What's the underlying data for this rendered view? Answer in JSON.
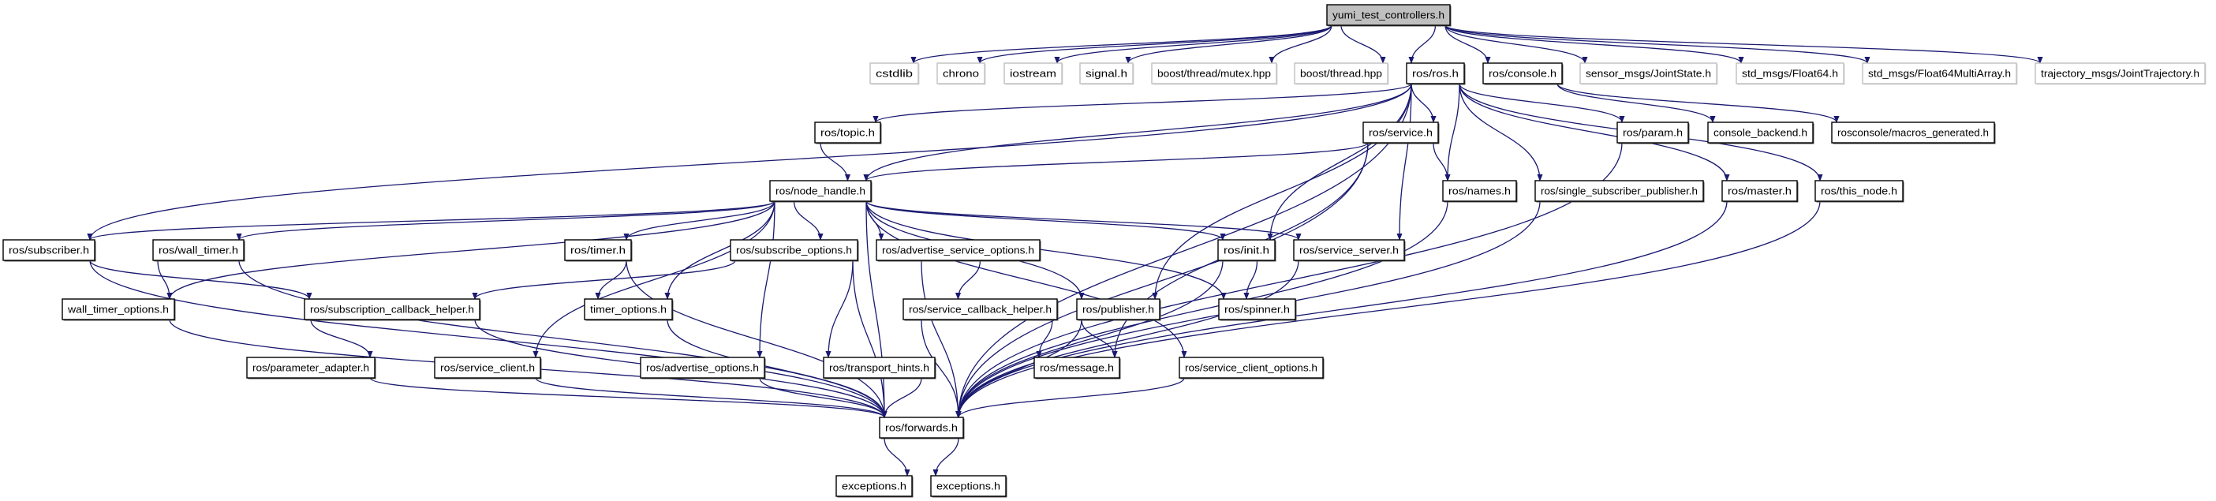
{
  "edge_color": "#191970",
  "root_fill": "#bfbfbf",
  "nodes": [
    {
      "id": "root",
      "label": "yumi_test_controllers.h",
      "kind": "root"
    },
    {
      "id": "cstdlib",
      "label": "cstdlib",
      "kind": "ext"
    },
    {
      "id": "chrono",
      "label": "chrono",
      "kind": "ext"
    },
    {
      "id": "iostream",
      "label": "iostream",
      "kind": "ext"
    },
    {
      "id": "signal",
      "label": "signal.h",
      "kind": "ext"
    },
    {
      "id": "mutex",
      "label": "boost/thread/mutex.hpp",
      "kind": "ext"
    },
    {
      "id": "thread",
      "label": "boost/thread.hpp",
      "kind": "ext"
    },
    {
      "id": "ros",
      "label": "ros/ros.h",
      "kind": "int"
    },
    {
      "id": "console",
      "label": "ros/console.h",
      "kind": "int"
    },
    {
      "id": "jointstate",
      "label": "sensor_msgs/JointState.h",
      "kind": "ext"
    },
    {
      "id": "float64",
      "label": "std_msgs/Float64.h",
      "kind": "ext"
    },
    {
      "id": "f64ma",
      "label": "std_msgs/Float64MultiArray.h",
      "kind": "ext"
    },
    {
      "id": "traj",
      "label": "trajectory_msgs/JointTrajectory.h",
      "kind": "ext"
    },
    {
      "id": "topic",
      "label": "ros/topic.h",
      "kind": "int"
    },
    {
      "id": "service",
      "label": "ros/service.h",
      "kind": "int"
    },
    {
      "id": "param",
      "label": "ros/param.h",
      "kind": "int"
    },
    {
      "id": "console_backend",
      "label": "console_backend.h",
      "kind": "int"
    },
    {
      "id": "macros",
      "label": "rosconsole/macros_generated.h",
      "kind": "int"
    },
    {
      "id": "node_handle",
      "label": "ros/node_handle.h",
      "kind": "int"
    },
    {
      "id": "names",
      "label": "ros/names.h",
      "kind": "int"
    },
    {
      "id": "ssp",
      "label": "ros/single_subscriber_publisher.h",
      "kind": "int"
    },
    {
      "id": "master",
      "label": "ros/master.h",
      "kind": "int"
    },
    {
      "id": "this_node",
      "label": "ros/this_node.h",
      "kind": "int"
    },
    {
      "id": "subscriber",
      "label": "ros/subscriber.h",
      "kind": "int"
    },
    {
      "id": "wall_timer",
      "label": "ros/wall_timer.h",
      "kind": "int"
    },
    {
      "id": "timer",
      "label": "ros/timer.h",
      "kind": "int"
    },
    {
      "id": "subscribe_options",
      "label": "ros/subscribe_options.h",
      "kind": "int"
    },
    {
      "id": "aso",
      "label": "ros/advertise_service_options.h",
      "kind": "int"
    },
    {
      "id": "init",
      "label": "ros/init.h",
      "kind": "int"
    },
    {
      "id": "service_server",
      "label": "ros/service_server.h",
      "kind": "int"
    },
    {
      "id": "wto",
      "label": "wall_timer_options.h",
      "kind": "int"
    },
    {
      "id": "sch",
      "label": "ros/subscription_callback_helper.h",
      "kind": "int"
    },
    {
      "id": "timer_options",
      "label": "timer_options.h",
      "kind": "int"
    },
    {
      "id": "svch",
      "label": "ros/service_callback_helper.h",
      "kind": "int"
    },
    {
      "id": "publisher",
      "label": "ros/publisher.h",
      "kind": "int"
    },
    {
      "id": "spinner",
      "label": "ros/spinner.h",
      "kind": "int"
    },
    {
      "id": "pa",
      "label": "ros/parameter_adapter.h",
      "kind": "int"
    },
    {
      "id": "sc",
      "label": "ros/service_client.h",
      "kind": "int"
    },
    {
      "id": "ao",
      "label": "ros/advertise_options.h",
      "kind": "int"
    },
    {
      "id": "th",
      "label": "ros/transport_hints.h",
      "kind": "int"
    },
    {
      "id": "message",
      "label": "ros/message.h",
      "kind": "int"
    },
    {
      "id": "sco",
      "label": "ros/service_client_options.h",
      "kind": "int"
    },
    {
      "id": "forwards",
      "label": "ros/forwards.h",
      "kind": "int"
    },
    {
      "id": "exc1",
      "label": "exceptions.h",
      "kind": "int"
    },
    {
      "id": "exc2",
      "label": "exceptions.h",
      "kind": "int"
    }
  ],
  "edges": [
    [
      "root",
      "cstdlib"
    ],
    [
      "root",
      "chrono"
    ],
    [
      "root",
      "iostream"
    ],
    [
      "root",
      "signal"
    ],
    [
      "root",
      "mutex"
    ],
    [
      "root",
      "thread"
    ],
    [
      "root",
      "ros"
    ],
    [
      "root",
      "console"
    ],
    [
      "root",
      "jointstate"
    ],
    [
      "root",
      "float64"
    ],
    [
      "root",
      "f64ma"
    ],
    [
      "root",
      "traj"
    ],
    [
      "ros",
      "topic"
    ],
    [
      "ros",
      "node_handle"
    ],
    [
      "ros",
      "subscriber"
    ],
    [
      "ros",
      "service"
    ],
    [
      "ros",
      "names"
    ],
    [
      "ros",
      "init"
    ],
    [
      "ros",
      "service_server"
    ],
    [
      "ros",
      "publisher"
    ],
    [
      "ros",
      "param"
    ],
    [
      "ros",
      "ssp"
    ],
    [
      "ros",
      "master"
    ],
    [
      "ros",
      "this_node"
    ],
    [
      "ros",
      "forwards"
    ],
    [
      "console",
      "console_backend"
    ],
    [
      "console",
      "macros"
    ],
    [
      "topic",
      "node_handle"
    ],
    [
      "service",
      "node_handle"
    ],
    [
      "service",
      "names"
    ],
    [
      "service",
      "message"
    ],
    [
      "service",
      "forwards"
    ],
    [
      "node_handle",
      "subscriber"
    ],
    [
      "node_handle",
      "wall_timer"
    ],
    [
      "node_handle",
      "wto"
    ],
    [
      "node_handle",
      "timer"
    ],
    [
      "node_handle",
      "subscribe_options"
    ],
    [
      "node_handle",
      "aso"
    ],
    [
      "node_handle",
      "init"
    ],
    [
      "node_handle",
      "service_server"
    ],
    [
      "node_handle",
      "publisher"
    ],
    [
      "node_handle",
      "spinner"
    ],
    [
      "node_handle",
      "sc"
    ],
    [
      "node_handle",
      "timer_options"
    ],
    [
      "node_handle",
      "ao"
    ],
    [
      "node_handle",
      "sco"
    ],
    [
      "node_handle",
      "forwards"
    ],
    [
      "subscriber",
      "sch"
    ],
    [
      "subscriber",
      "forwards"
    ],
    [
      "wall_timer",
      "wto"
    ],
    [
      "wall_timer",
      "forwards"
    ],
    [
      "timer",
      "timer_options"
    ],
    [
      "timer",
      "forwards"
    ],
    [
      "subscribe_options",
      "sch"
    ],
    [
      "subscribe_options",
      "th"
    ],
    [
      "subscribe_options",
      "forwards"
    ],
    [
      "aso",
      "svch"
    ],
    [
      "aso",
      "forwards"
    ],
    [
      "init",
      "spinner"
    ],
    [
      "init",
      "forwards"
    ],
    [
      "service_server",
      "forwards"
    ],
    [
      "wto",
      "forwards"
    ],
    [
      "sch",
      "pa"
    ],
    [
      "sch",
      "forwards"
    ],
    [
      "timer_options",
      "forwards"
    ],
    [
      "svch",
      "message"
    ],
    [
      "svch",
      "forwards"
    ],
    [
      "publisher",
      "message"
    ],
    [
      "publisher",
      "forwards"
    ],
    [
      "pa",
      "forwards"
    ],
    [
      "sc",
      "forwards"
    ],
    [
      "ao",
      "forwards"
    ],
    [
      "th",
      "forwards"
    ],
    [
      "sco",
      "forwards"
    ],
    [
      "names",
      "forwards"
    ],
    [
      "ssp",
      "forwards"
    ],
    [
      "master",
      "forwards"
    ],
    [
      "this_node",
      "forwards"
    ],
    [
      "param",
      "forwards"
    ],
    [
      "forwards",
      "exc1"
    ],
    [
      "forwards",
      "exc2"
    ]
  ]
}
